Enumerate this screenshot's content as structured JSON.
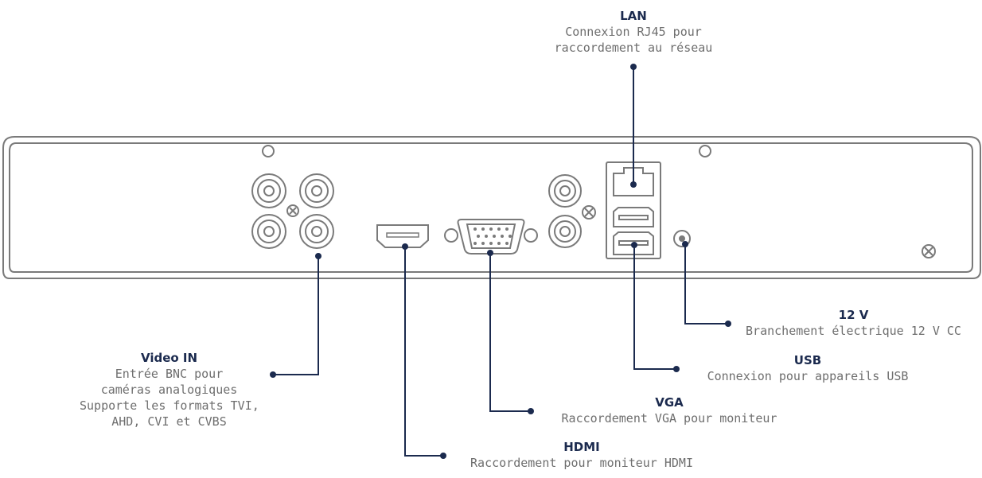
{
  "colors": {
    "device_outline": "#7a7a7a",
    "callout_line": "#1b2a4e",
    "title_text": "#1b2a4e",
    "body_text": "#6e6e6e"
  },
  "callouts": {
    "lan": {
      "title": "LAN",
      "lines": [
        "Connexion RJ45 pour",
        "raccordement au réseau"
      ]
    },
    "video_in": {
      "title": "Video IN",
      "lines": [
        "Entrée BNC pour",
        "caméras analogiques",
        "Supporte les formats TVI,",
        "AHD, CVI et CVBS"
      ]
    },
    "hdmi": {
      "title": "HDMI",
      "lines": [
        "Raccordement pour moniteur HDMI"
      ]
    },
    "vga": {
      "title": "VGA",
      "lines": [
        "Raccordement VGA pour moniteur"
      ]
    },
    "usb": {
      "title": "USB",
      "lines": [
        "Connexion pour appareils USB"
      ]
    },
    "power": {
      "title": "12 V",
      "lines": [
        "Branchement électrique 12 V CC"
      ]
    }
  }
}
